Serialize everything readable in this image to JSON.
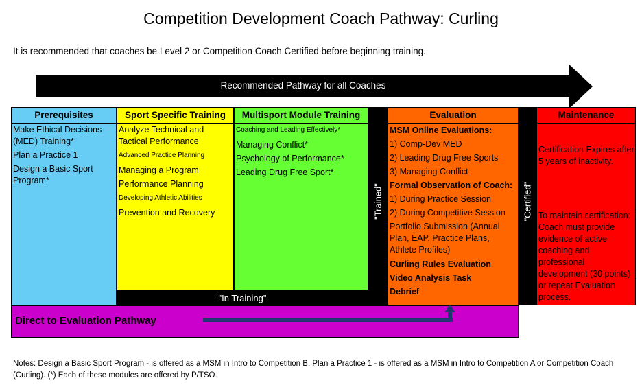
{
  "title": "Competition Development Coach Pathway:  Curling",
  "subtitle": "It is recommended that coaches be Level 2 or Competition Coach Certified before beginning training.",
  "arrow_label": "Recommended Pathway for all Coaches",
  "colors": {
    "prerequisites": "#67cdf5",
    "sport_specific": "#ffff00",
    "multisport": "#66ff33",
    "evaluation": "#ff6600",
    "maintenance": "#ff0000",
    "direct": "#cc00cc",
    "arrow_blue": "#1f3870"
  },
  "columns": {
    "prerequisites": {
      "header": "Prerequisites",
      "items": [
        "Make Ethical Decisions (MED) Training*",
        "Plan a Practice 1",
        "Design a Basic Sport Program*"
      ]
    },
    "sport_specific": {
      "header": "Sport Specific Training",
      "items": [
        "Analyze Technical and Tactical Performance",
        "Advanced Practice Planning",
        "Managing a Program",
        "Performance Planning",
        "Developing Athletic Abilities",
        "Prevention and Recovery"
      ]
    },
    "multisport": {
      "header": "Multisport Module Training",
      "items": [
        "Coaching and Leading Effectively*",
        "Managing Conflict*",
        "Psychology of Performance*",
        "Leading Drug Free Sport*"
      ]
    },
    "evaluation": {
      "header": "Evaluation",
      "items": [
        "MSM Online Evaluations:",
        "1)  Comp-Dev MED",
        "2)  Leading Drug Free Sports",
        "3)  Managing Conflict",
        "Formal Observation of Coach:",
        "1)  During Practice Session",
        "2) During Competitive Session",
        "Portfolio Submission (Annual Plan, EAP, Practice Plans, Athlete Profiles)",
        "Curling Rules Evaluation",
        "Video Analysis Task",
        "Debrief"
      ]
    },
    "maintenance": {
      "header": "Maintenance",
      "text1": "Certification Expires after 5 years of inactivity.",
      "text2": "To maintain certification:  Coach must provide evidence of active coaching and professional development (30 points) or repeat Evaluation process."
    }
  },
  "in_training_label": "\"In Training\"",
  "trained_label": "\"Trained\"",
  "certified_label": "\"Certified\"",
  "direct_label": "Direct to Evaluation Pathway",
  "notes": "Notes:  Design a Basic Sport Program - is offered as a MSM in Intro to Competition B, Plan a Practice 1 - is offered as a MSM in Intro to Competition A or Competition Coach (Curling).  (*) Each of these modules are offered by P/TSO."
}
